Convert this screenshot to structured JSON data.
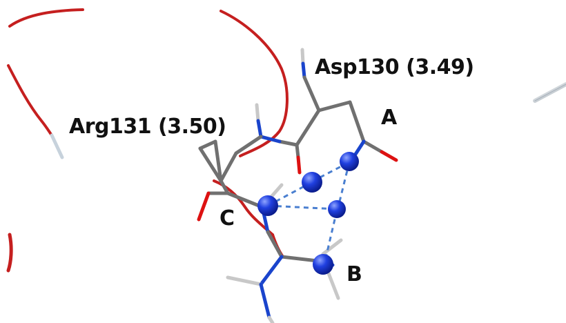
{
  "labels": {
    "asp": "Asp130 (3.49)",
    "arg": "Arg131 (3.50)",
    "site_a": "A",
    "site_b": "B",
    "site_c": "C"
  },
  "colors": {
    "ribbon": "#cc2222",
    "carbon": "#707070",
    "nitrogen": "#1a44cc",
    "oxygen": "#dd1111",
    "hydrogen": "#c8c8c8",
    "bond_dash": "#4a7fd0",
    "sphere": "#1f3fd8"
  }
}
